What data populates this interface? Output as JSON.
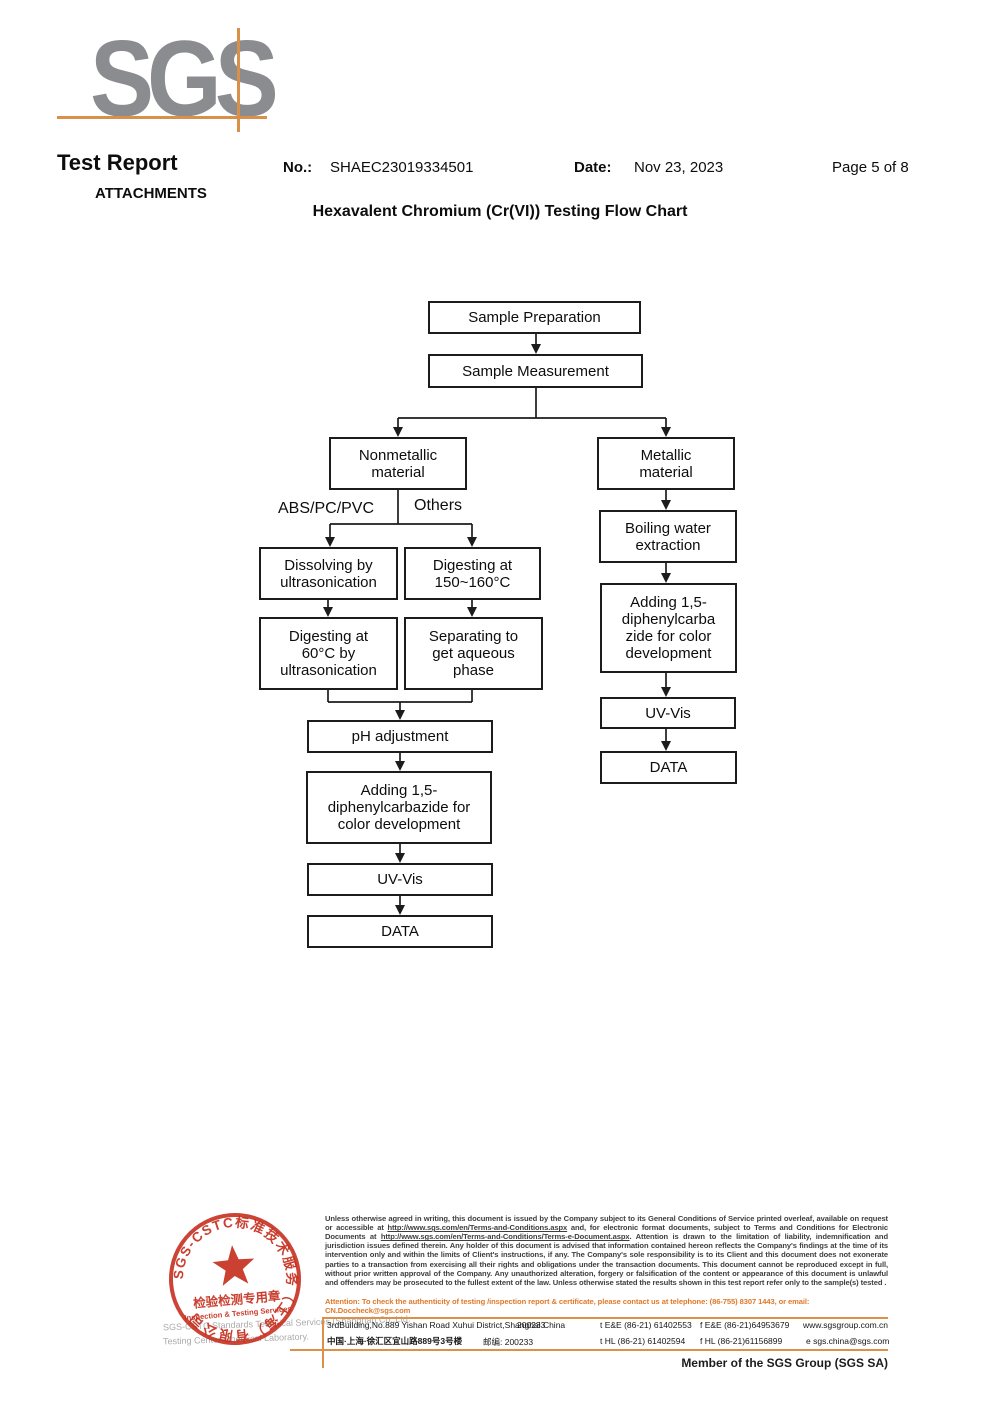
{
  "header": {
    "logo_text": "SGS",
    "report_title": "Test Report",
    "attachments_label": "ATTACHMENTS",
    "no_label": "No.:",
    "no_value": "SHAEC23019334501",
    "date_label": "Date:",
    "date_value": "Nov 23, 2023",
    "page_label": "Page 5 of 8",
    "chart_title": "Hexavalent Chromium (Cr(VI)) Testing Flow Chart"
  },
  "flowchart": {
    "boxes": {
      "sample_preparation": {
        "label": "Sample Preparation"
      },
      "sample_measurement": {
        "label": "Sample Measurement"
      },
      "nonmetallic": {
        "label": "Nonmetallic\nmaterial"
      },
      "metallic": {
        "label": "Metallic\nmaterial"
      },
      "dissolving": {
        "label": "Dissolving by\nultrasonication"
      },
      "digesting_150": {
        "label": "Digesting at\n150~160°C"
      },
      "boiling": {
        "label": "Boiling water\nextraction"
      },
      "digesting_60": {
        "label": "Digesting at\n60°C by\nultrasonication"
      },
      "separating": {
        "label": "Separating to\nget aqueous\nphase"
      },
      "adding_right": {
        "label": "Adding 1,5-\ndiphenylcarba\nzide for color\ndevelopment"
      },
      "ph_adjustment": {
        "label": "pH adjustment"
      },
      "uv_vis_right": {
        "label": "UV-Vis"
      },
      "data_right": {
        "label": "DATA"
      },
      "adding_left": {
        "label": "Adding 1,5-\ndiphenylcarbazide for\ncolor development"
      },
      "uv_vis_left": {
        "label": "UV-Vis"
      },
      "data_left": {
        "label": "DATA"
      }
    },
    "branch_labels": {
      "abs_pc_pvc": "ABS/PC/PVC",
      "others": "Others"
    }
  },
  "stamp": {
    "ring_text": "SGS-CSTC标准技术服务（上海）有限公司",
    "center_line1": "检验检测专用章",
    "center_line2": "Inspection & Testing Services",
    "company_line1": "SGS-CSTC Standards Technical Services (Shanghai) Co.,Ltd.",
    "company_line2": "Testing Center-Chemical Laboratory."
  },
  "footer": {
    "legal": {
      "part1": "Unless otherwise agreed in writing, this document is issued by the Company subject to its General Conditions of Service printed overleaf, available on request or accessible at ",
      "url1": "http://www.sgs.com/en/Terms-and-Conditions.aspx",
      "part2": " and, for electronic format documents, subject to Terms and Conditions for Electronic Documents at ",
      "url2": "http://www.sgs.com/en/Terms-and-Conditions/Terms-e-Document.aspx",
      "part3": ". Attention is drawn to the limitation of liability, indemnification and jurisdiction issues defined therein. Any holder of this document is advised that information contained hereon reflects the Company's findings at the time of its intervention only and within the limits of Client's instructions, if any. The Company's sole responsibility is to its Client and this document does not exonerate parties to a transaction from exercising all their rights and obligations under the transaction documents. This document cannot be reproduced except in full, without prior written approval of the Company. Any unauthorized alteration, forgery or falsification of the content or appearance of this document is unlawful and offenders may be prosecuted to the fullest extent of the law. Unless otherwise stated the results shown in this test report refer only to the sample(s) tested ."
    },
    "attention": "Attention: To check the authenticity of testing /inspection report & certificate, please contact us at telephone: (86-755) 8307 1443, or email: CN.Doccheck@sgs.com",
    "address_en": "3rdBuilding,No.889 Yishan Road Xuhui District,Shanghai China",
    "postal_en": "200233",
    "phone1": "t E&E (86-21) 61402553",
    "fax1": "f E&E (86-21)64953679",
    "web": "www.sgsgroup.com.cn",
    "address_cn": "中国·上海·徐汇区宜山路889号3号楼",
    "postal_cn": "邮编: 200233",
    "phone2": "t HL (86-21) 61402594",
    "fax2": "f HL (86-21)61156899",
    "email": "e sgs.china@sgs.com",
    "member_line": "Member of the SGS Group (SGS SA)"
  },
  "colors": {
    "accent_orange": "#dd9049",
    "attention_orange": "#e0792a",
    "stamp_red": "#c5301f",
    "logo_gray": "#8a8c8f",
    "box_border": "#1c1c1c"
  }
}
